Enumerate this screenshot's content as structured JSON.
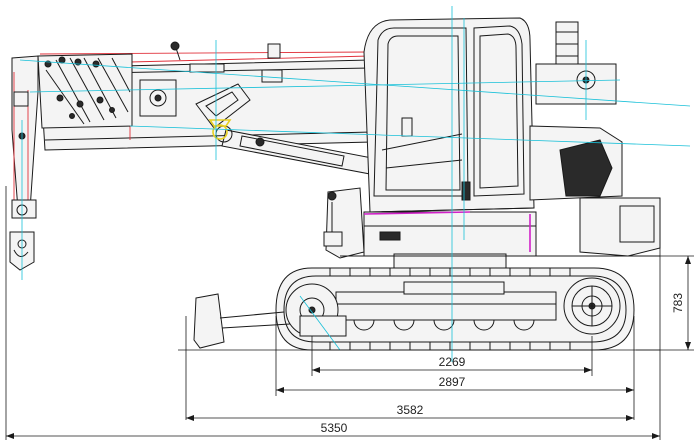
{
  "dimensions": {
    "sprocket_to_idler": "2269",
    "track_length": "2897",
    "blade_to_rear": "3582",
    "overall_length": "5350",
    "ground_clearance_height": "783"
  },
  "colors": {
    "outline": "#1a1a1a",
    "centerline": "#18c0d8",
    "boom_line": "#e0303a",
    "highlight": "#d020c8",
    "hook_marker": "#e8d020"
  }
}
